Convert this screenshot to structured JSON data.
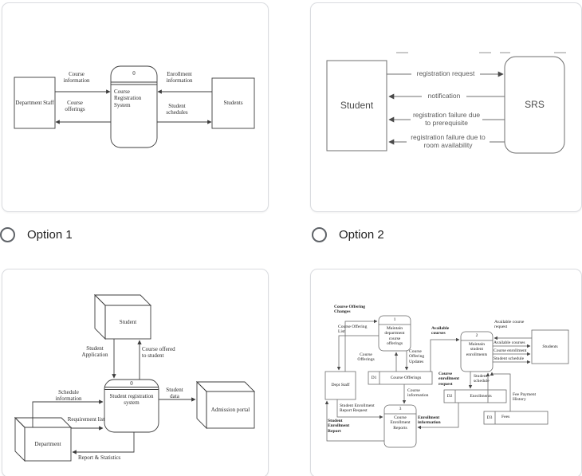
{
  "options": {
    "option1": "Option 1",
    "option2": "Option 2"
  },
  "context": {
    "entity_left": "Department Staff",
    "entity_right": "Students",
    "process_id": "0",
    "process_name": "Course Registration System",
    "flows": {
      "course_information": "Course information",
      "course_offerings": "Course offerings",
      "enrollment_information": "Enrollment information",
      "student_schedules": "Student schedules"
    }
  },
  "srs": {
    "entity": "Student",
    "system": "SRS",
    "flows": {
      "registration_request": "registration request",
      "notification": "notification",
      "failure_prerequisite": "registration failure due to prerequisite",
      "failure_room": "registration failure due to room availability"
    }
  },
  "registration": {
    "entity_student": "Student",
    "entity_admission": "Admission portal",
    "entity_department": "Department",
    "process_id": "0",
    "process_name": "Student registration system",
    "flows": {
      "student_application": "Student Application",
      "course_offered": "Course offered to student",
      "schedule_information": "Schedule information",
      "requirement_list": "Requirement list",
      "student_data": "Student data",
      "report_statistics": "Report & Statistics"
    }
  },
  "level0": {
    "entity_dept": "Dept Staff",
    "entity_students": "Students",
    "p1": {
      "id": "1",
      "name": "Maintain department course offerings"
    },
    "p2": {
      "id": "2",
      "name": "Maintain student enrollments"
    },
    "p3": {
      "id": "3",
      "name": "Course Enrollment Reports"
    },
    "d1": {
      "id": "D1",
      "name": "Course Offerings"
    },
    "d2": {
      "id": "D2",
      "name": "Enrollments"
    },
    "d3": {
      "id": "D3",
      "name": "Fees"
    },
    "flows": {
      "offering_changes": "Course Offering Changes",
      "offering_list": "Course Offering List",
      "course_offerings": "Course Offerings",
      "offering_updates": "Course Offering Updates",
      "available_courses_in": "Available courses",
      "available_course_request": "Available course request",
      "available_courses_out": "Available courses",
      "course_enrollment": "Course enrollment",
      "student_schedule_out": "Student schedule",
      "course_enrollment_request": "Course enrollment request",
      "student_schedule_store": "Student schedule",
      "fee_payment_history": "Fee Payment History",
      "course_information": "Course information",
      "report_request": "Student Enrollment Report Request",
      "report": "Student Enrollment Report",
      "enrollment_information": "Enrollment information"
    }
  }
}
